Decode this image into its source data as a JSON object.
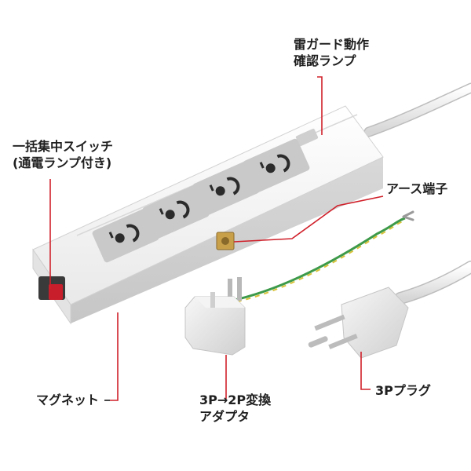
{
  "labels": {
    "lamp": [
      "雷ガード動作",
      "確認ランプ"
    ],
    "switch": [
      "一括集中スイッチ",
      "(通電ランプ付き)"
    ],
    "earth": "アース端子",
    "magnet": "マグネット",
    "adapter": [
      "3P→2P変換",
      "アダプタ"
    ],
    "plug": "3Pプラグ"
  },
  "colors": {
    "leader_line": "#d0202a",
    "body": "#f2f2f2",
    "outlet_panel": "#c9c9c9",
    "earth_wire_green": "#3d9a4a",
    "earth_wire_yellow": "#d9c23a",
    "switch_red": "#c81e2b",
    "terminal_gold": "#c9a04a"
  }
}
